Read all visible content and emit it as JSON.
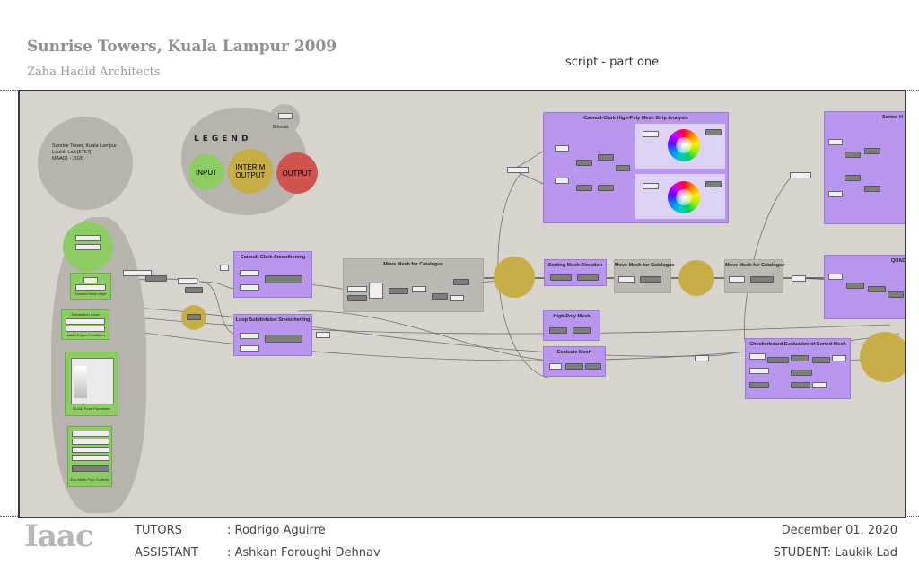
{
  "header": {
    "title": "Sunrise Towers, Kuala Lampur 2009",
    "subtitle": "Zaha Hadid Architects",
    "script_label": "script - part one"
  },
  "canvas": {
    "info_note": [
      "Sunrise Tower, Kuala Lampur",
      "Laukik Lad [5767]",
      "MAA01 - 2020"
    ],
    "legend": {
      "heading": "LEGEND",
      "input": "INPUT",
      "interim": "INTERIM OUTPUT",
      "output": "OUTPUT",
      "bifocals": "Bifocals"
    },
    "inputs": {
      "tweak_mesh": "Tweakd Mesh Input",
      "subdivision_level": "Subdivision Level",
      "naked_edges": "Naked Edges Conditions",
      "quad_pane": "QUAD Pune Parameter",
      "eco_mesh": "Eco Mesh Pipe Controls"
    },
    "groups": {
      "catmull_smooth": "Catmull-Clark Smoothening",
      "loop_smooth": "Loop Subdivision Smoothening",
      "move_mesh_1": "Move Mesh for Catalogue",
      "sorting_dir": "Sorting Mesh Direction",
      "move_mesh_2": "Move Mesh for Catalogue",
      "move_mesh_3": "Move Mesh for Catalogue",
      "catmull_strip": "Catmull-Clark High-Poly Mesh Strip Analysis",
      "high_poly": "High-Poly Mesh",
      "evaluate": "Evaluate Mesh",
      "checker": "Checkerboard Evaluation of Sorted Mesh",
      "sorted_h": "Sorted H",
      "quad": "QUAD"
    }
  },
  "footer": {
    "logo": "Iaac",
    "tutors_label": "TUTORS",
    "tutors_value": ": Rodrigo Aguirre",
    "assistant_label": "ASSISTANT",
    "assistant_value": ": Ashkan Foroughi Dehnav",
    "date": "December 01, 2020",
    "student": "STUDENT: Laukik Lad"
  },
  "colors": {
    "input": "#8ccc63",
    "interim": "#c8ad46",
    "output": "#cf5450",
    "group": "#b896ee",
    "canvas": "#d6d4cd"
  }
}
